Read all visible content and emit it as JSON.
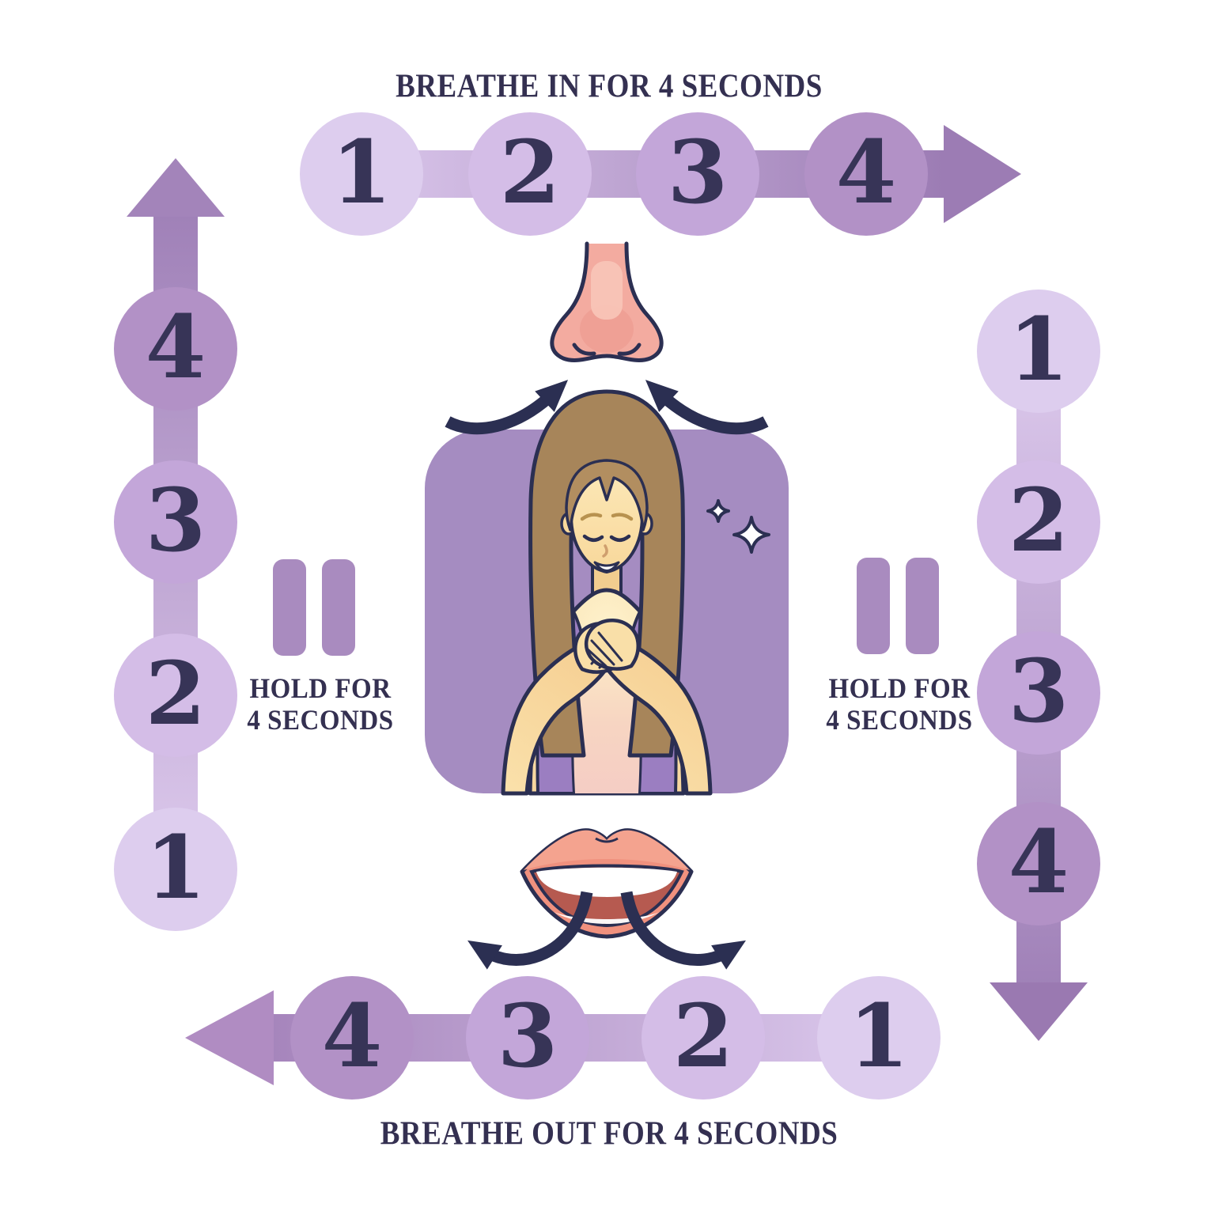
{
  "diagram": {
    "breathe_in": {
      "title": "BREATHE IN FOR 4 SECONDS",
      "steps": [
        "1",
        "2",
        "3",
        "4"
      ]
    },
    "hold_right": {
      "steps": [
        "1",
        "2",
        "3",
        "4"
      ],
      "line1": "HOLD FOR",
      "line2": "4 SECONDS"
    },
    "breathe_out": {
      "title": "BREATHE OUT FOR 4 SECONDS",
      "steps": [
        "4",
        "3",
        "2",
        "1"
      ]
    },
    "hold_left": {
      "steps": [
        "4",
        "3",
        "2",
        "1"
      ],
      "line1": "HOLD FOR",
      "line2": "4 SECONDS"
    }
  },
  "icons": {
    "pause": "pause-icon",
    "arrow_right": "arrow-right-icon",
    "arrow_up": "arrow-up-icon",
    "arrow_down": "arrow-down-icon",
    "arrow_left": "arrow-left-icon",
    "sparkles": "sparkles-icon",
    "nose": "nose-illustration",
    "lips": "lips-illustration",
    "woman": "meditating-woman-illustration"
  },
  "colors": {
    "step_1": "#ddcdee",
    "step_2": "#d4bde7",
    "step_3": "#c3a6d9",
    "step_4": "#b291c6",
    "track_light": "#d9c5ea",
    "track_dark": "#9c7cb4",
    "pause_bar": "#a98bbf",
    "heading_text": "#343051",
    "number_text": "#373457",
    "panel_purple": "#a58cc1",
    "outline_navy": "#2b2f52",
    "nose_pink": "#f3aba0",
    "lips_coral": "#f0917e",
    "skin": "#f8dca4",
    "hair_brown": "#a7855a"
  }
}
